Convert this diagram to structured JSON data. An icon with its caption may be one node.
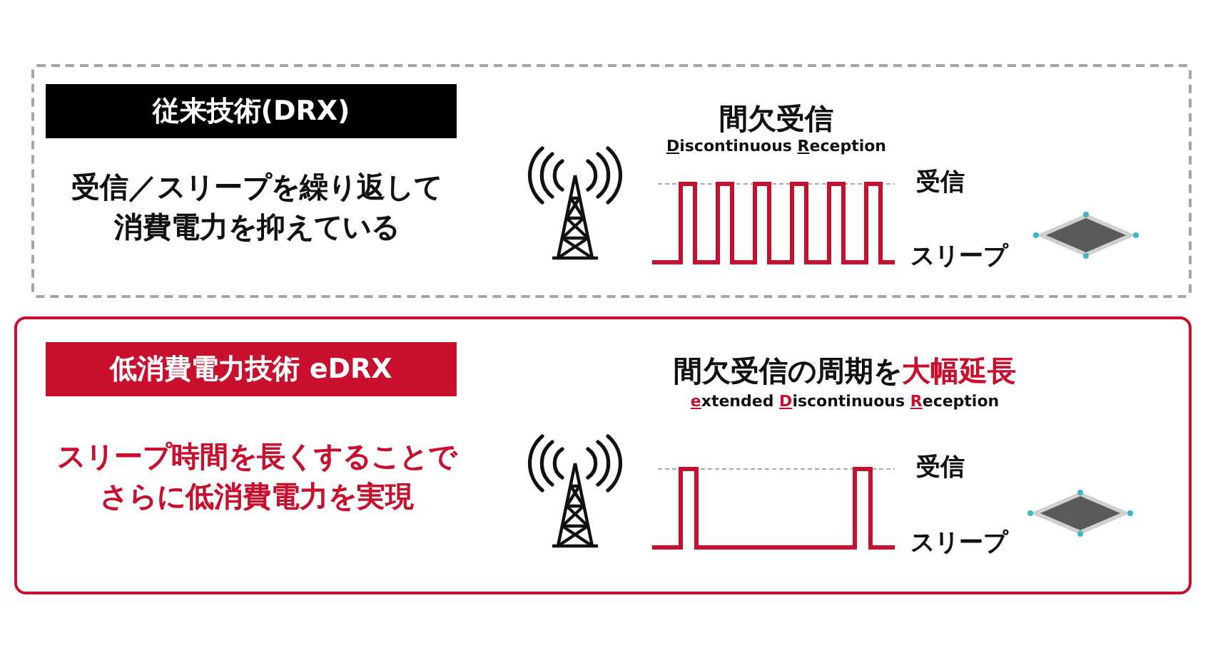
{
  "diagram": {
    "nodes": [
      {
        "text": [],
        "shape": "box"
      },
      {
        "text": [
          "従来技術(DRX)"
        ],
        "in": 0
      },
      {
        "text": [],
        "shape": "box"
      },
      {
        "text": [
          "低消費電力技術 eDRX"
        ],
        "in": 2
      }
    ],
    "labels": [
      "受信／スリープを繰り返して消費電力を抑えている",
      "間欠受信",
      "**D**iscontinuous **R**eception",
      "受信",
      "スリープ",
      "スリープ時間を長くすることでさらに低消費電力を実現",
      "間欠受信の周期を**大幅延長**",
      "**e**xtended **D**iscontinuous **R**eception",
      "受信",
      "スリープ"
    ]
  }
}
